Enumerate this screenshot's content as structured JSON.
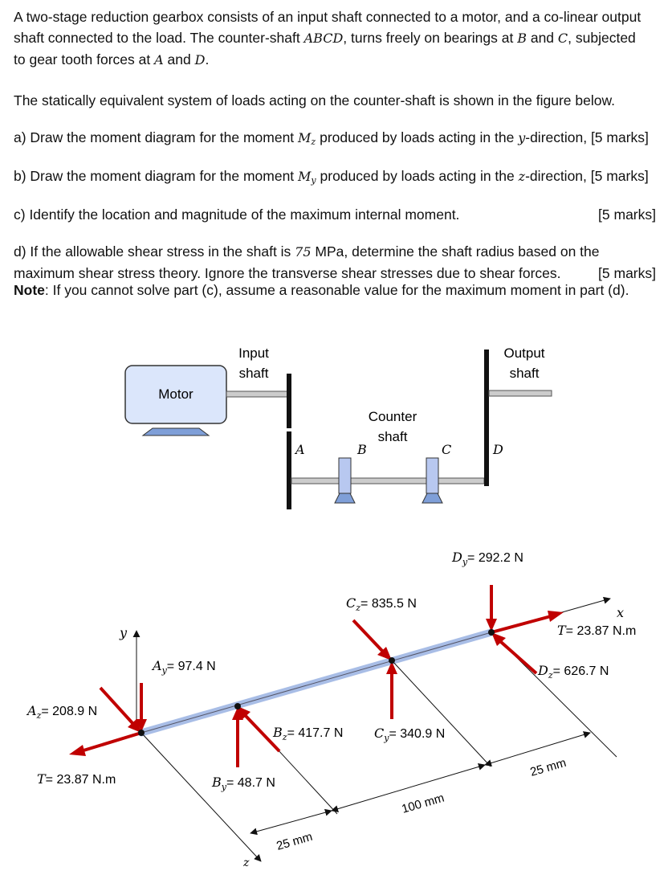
{
  "problem": {
    "intro_line1": "A two-stage reduction gearbox consists of an input shaft connected to a motor, and a co-linear output",
    "intro_line2_a": "shaft connected to the load. The counter-shaft ",
    "intro_line2_abcd": "ABCD",
    "intro_line2_b": ", turns freely on bearings at ",
    "intro_line2_B": "B",
    "intro_line2_c": " and ",
    "intro_line2_C": "C",
    "intro_line2_d": ", subjected",
    "intro_line3_a": "to gear tooth forces at ",
    "intro_line3_A": "A",
    "intro_line3_b": " and ",
    "intro_line3_D": "D",
    "intro_line3_c": ".",
    "static_sentence": "The statically equivalent system of loads acting on the counter-shaft is shown in the figure below.",
    "part_a_1": "a) Draw the moment diagram for the moment ",
    "part_a_M": "M",
    "part_a_sub": "z",
    "part_a_2": " produced by loads acting in the ",
    "part_a_dir": "y",
    "part_a_3": "-direction, [5 marks]",
    "part_b_1": "b) Draw the moment diagram for the moment ",
    "part_b_M": "M",
    "part_b_sub": "y",
    "part_b_2": " produced by loads acting in the ",
    "part_b_dir": "z",
    "part_b_3": "-direction, [5 marks]",
    "part_c": "c) Identify the location and magnitude of the maximum internal moment.",
    "part_c_marks": "[5 marks]",
    "part_d_1a": "d) If the allowable shear stress in the shaft is ",
    "part_d_1b": "75",
    "part_d_1c": " MPa, determine the shaft radius based on the",
    "part_d_2": "maximum shear stress theory. Ignore the transverse shear stresses due to shear forces.",
    "part_d_marks": "[5 marks]",
    "note_bold": "Note",
    "note_rest": ": If you cannot solve part (c), assume a reasonable value for the maximum moment in part (d)."
  },
  "gearbox": {
    "motor": "Motor",
    "input_1": "Input",
    "input_2": "shaft",
    "output_1": "Output",
    "output_2": "shaft",
    "counter_1": "Counter",
    "counter_2": "shaft",
    "A": "A",
    "B": "B",
    "C": "C",
    "D": "D"
  },
  "loads": {
    "Dy": "= 292.2 N",
    "Cz": "= 835.5 N",
    "T_right": "= 23.87 N.m",
    "Ay": "= 97.4 N",
    "Dz": "= 626.7 N",
    "Az": "= 208.9 N",
    "Bz": "= 417.7 N",
    "Cy": "= 340.9 N",
    "T_left": "= 23.87 N.m",
    "By": "= 48.7 N",
    "axis_x": "x",
    "axis_y": "y",
    "axis_z": "z",
    "dim_25_left": "25 mm",
    "dim_100": "100 mm",
    "dim_25_right": "25 mm"
  },
  "colors": {
    "arrow": "#c00000",
    "shaft": "#a8bde6",
    "bearing": "#b8c8f0",
    "motor": "#dbe6fb"
  }
}
